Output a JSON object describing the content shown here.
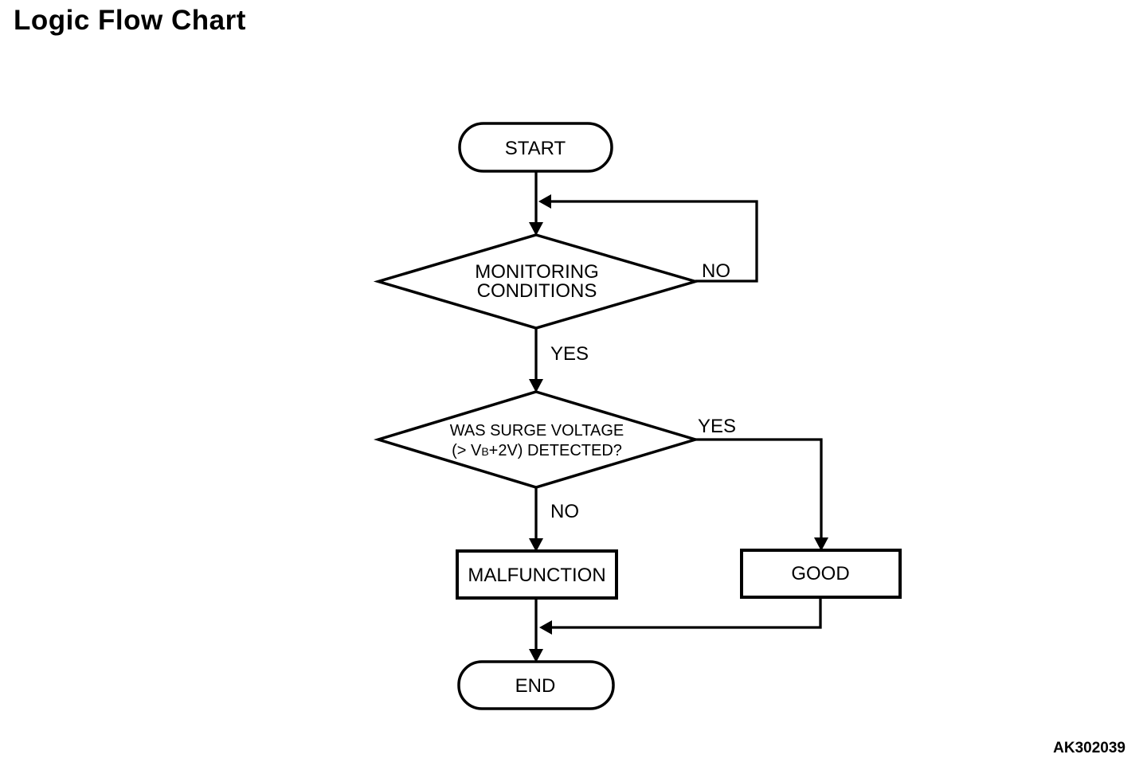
{
  "page": {
    "title": "Logic Flow Chart",
    "figure_code": "AK302039",
    "colors": {
      "background": "#ffffff",
      "line": "#000000",
      "text": "#000000"
    }
  },
  "flowchart": {
    "start": {
      "type": "terminator",
      "label": "START"
    },
    "monitoring_decision": {
      "type": "decision",
      "line1": "MONITORING",
      "line2": "CONDITIONS"
    },
    "monitoring_no_label": "NO",
    "monitoring_yes_label": "YES",
    "surge_decision": {
      "type": "decision",
      "line1": "WAS SURGE VOLTAGE",
      "line2_prefix": "(> V",
      "line2_subscript": "B",
      "line2_suffix": "+2V) DETECTED?"
    },
    "surge_yes_label": "YES",
    "surge_no_label": "NO",
    "malfunction": {
      "type": "process",
      "label": "MALFUNCTION"
    },
    "good": {
      "type": "process",
      "label": "GOOD"
    },
    "end": {
      "type": "terminator",
      "label": "END"
    }
  }
}
